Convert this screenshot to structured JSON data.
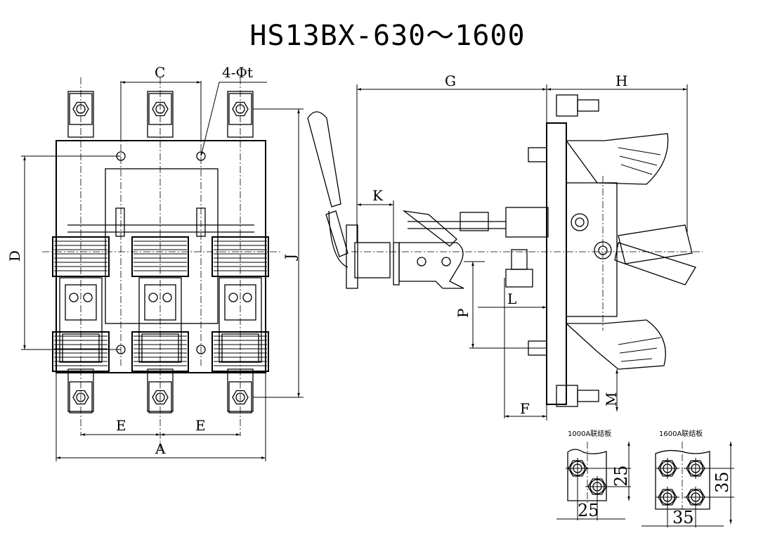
{
  "title": "HS13BX-630～1600",
  "front_view": {
    "dimensions": {
      "C": "C",
      "hole_note": "4-Φt",
      "D": "D",
      "J": "J",
      "E_left": "E",
      "E_right": "E",
      "A": "A"
    }
  },
  "side_view": {
    "dimensions": {
      "G": "G",
      "H": "H",
      "K": "K",
      "P": "P",
      "L": "L",
      "F": "F",
      "M": "M"
    }
  },
  "detail_1000A": {
    "caption": "1000A联结板",
    "dim_vertical": "25",
    "dim_horizontal": "25"
  },
  "detail_1600A": {
    "caption": "1600A联结板",
    "dim_vertical": "35",
    "dim_horizontal": "35"
  }
}
